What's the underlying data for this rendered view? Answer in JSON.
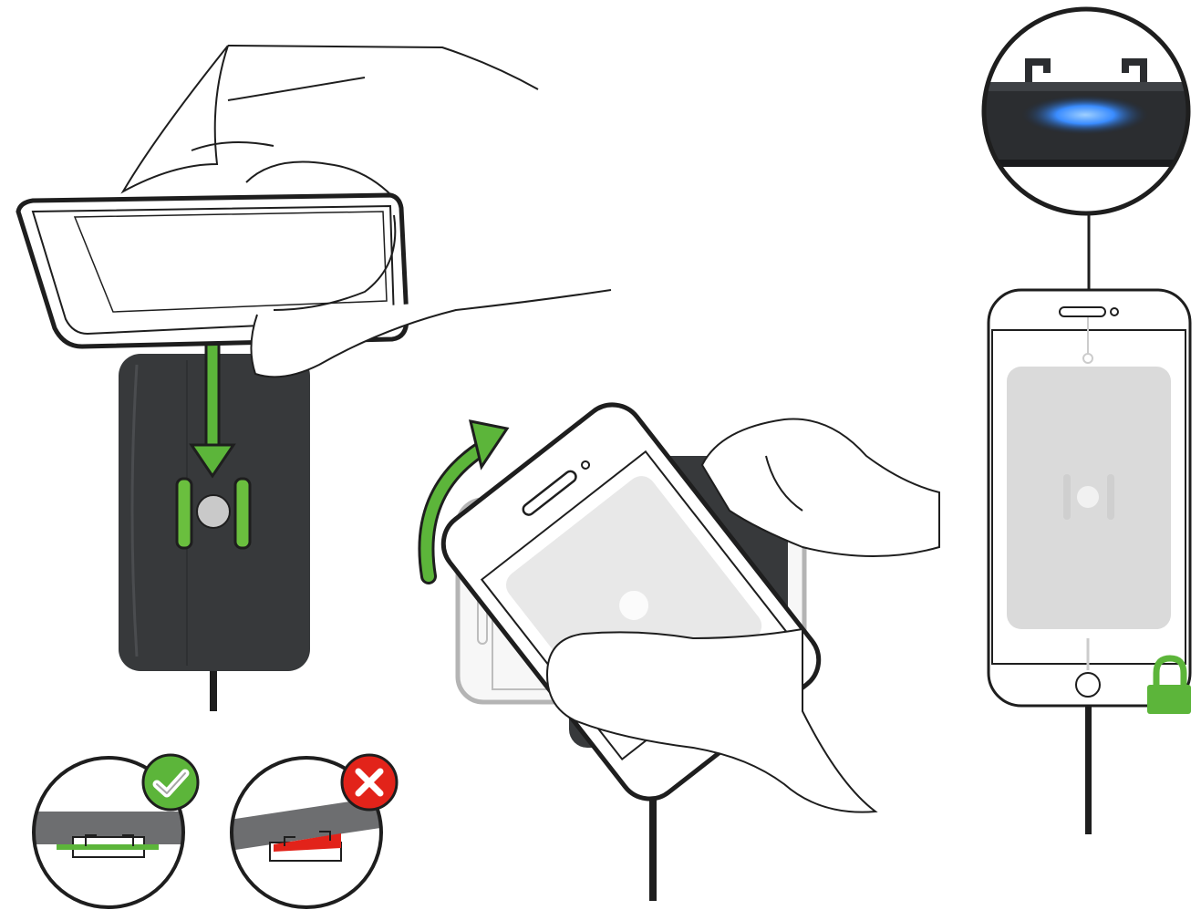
{
  "steps": [
    {
      "name": "attach-phone-to-mount",
      "arrow": "down"
    },
    {
      "name": "rotate-phone-to-lock",
      "arrow": "rotate-clockwise"
    },
    {
      "name": "locked-indicator",
      "led": "blue",
      "lock": "locked"
    }
  ],
  "alignment_checks": [
    {
      "state": "correct",
      "icon": "check-icon"
    },
    {
      "state": "incorrect",
      "icon": "cross-icon"
    }
  ],
  "colors": {
    "accent_green": "#5cb53a",
    "error_red": "#e2231a",
    "mount_dark": "#37393b",
    "led_blue": "#3a8cff",
    "outline": "#1e1e1e",
    "ghost_grey": "#d8d8d8"
  }
}
